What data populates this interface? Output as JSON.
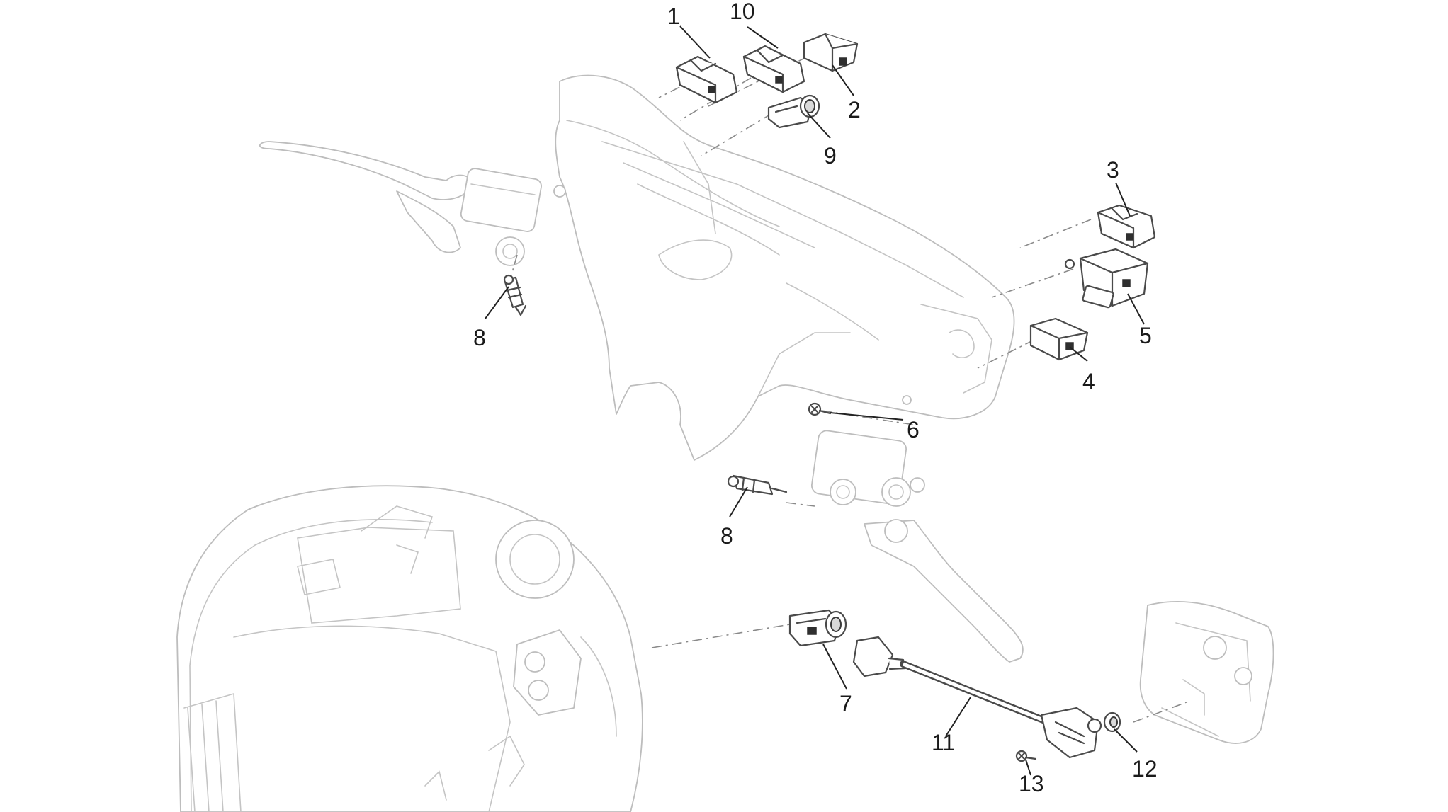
{
  "diagram": {
    "callouts": {
      "c1": "1",
      "c10": "10",
      "c2": "2",
      "c9": "9",
      "c3": "3",
      "c5": "5",
      "c4": "4",
      "c6": "6",
      "c8_top": "8",
      "c8_mid": "8",
      "c7": "7",
      "c11": "11",
      "c12": "12",
      "c13": "13"
    }
  }
}
